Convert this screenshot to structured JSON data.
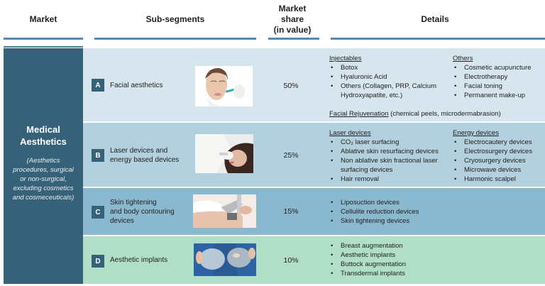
{
  "header": {
    "market": "Market",
    "subsegments": "Sub-segments",
    "share_line1": "Market",
    "share_line2": "share",
    "share_line3": "(in value)",
    "details": "Details"
  },
  "market": {
    "title_line1": "Medical",
    "title_line2": "Aesthetics",
    "description_line1": "(Aesthetics",
    "description_line2": "procedures, surgical",
    "description_line3": "or non-surgical,",
    "description_line4": "excluding cosmetics",
    "description_line5": "and cosmeceuticals)"
  },
  "colors": {
    "left_panel": "#366279",
    "row_a": "#d6e5ee",
    "row_b": "#b2d0de",
    "row_c": "#8ab8cf",
    "row_d": "#b1dec6",
    "header_line": "#4f8db3"
  },
  "rows": [
    {
      "letter": "A",
      "name_line1": "Facial aesthetics",
      "name_line2": "",
      "name_line3": "",
      "share": "50%",
      "image": "facial-injection-photo",
      "details": {
        "col1_heading": "Injectables",
        "col1_items": [
          "Botox",
          "Hyaluronic Acid",
          "Others (Collagen, PRP, Calcium",
          "Hydroxyapatite, etc.)"
        ],
        "col2_heading": "Others",
        "col2_items": [
          "Cosmetic acupuncture",
          "Electrotherapy",
          "Facial toning",
          "Permanent make-up"
        ],
        "footer_heading": "Facial Rejuvenation",
        "footer_text": " (chemical peels, microdermabrasion)"
      }
    },
    {
      "letter": "B",
      "name_line1": "Laser devices and",
      "name_line2": "energy based devices",
      "share": "25%",
      "image": "laser-treatment-photo",
      "details": {
        "col1_heading": "Laser devices",
        "col1_items": [
          "CO₂ laser surfacing",
          "Ablative skin resurfacing devices",
          "Non ablative skin fractional laser",
          "surfacing devices",
          "Hair removal"
        ],
        "col2_heading": "Energy devices",
        "col2_items": [
          "Electrocautery devices",
          "Electrosurgery devices",
          "Cryosurgery devices",
          "Microwave devices",
          "Harmonic scalpel"
        ]
      }
    },
    {
      "letter": "C",
      "name_line1": "Skin tightening",
      "name_line2": "and body contouring",
      "name_line3": "devices",
      "share": "15%",
      "image": "body-contouring-photo",
      "details": {
        "col1_items": [
          "Liposuction devices",
          "Cellulite reduction devices",
          "Skin tightening devices"
        ]
      }
    },
    {
      "letter": "D",
      "name_line1": "Aesthetic implants",
      "share": "10%",
      "image": "breast-implants-photo",
      "details": {
        "col1_items": [
          "Breast augmentation",
          "Aesthetic implants",
          "Buttock augmentation",
          "Transdermal implants"
        ]
      }
    }
  ]
}
